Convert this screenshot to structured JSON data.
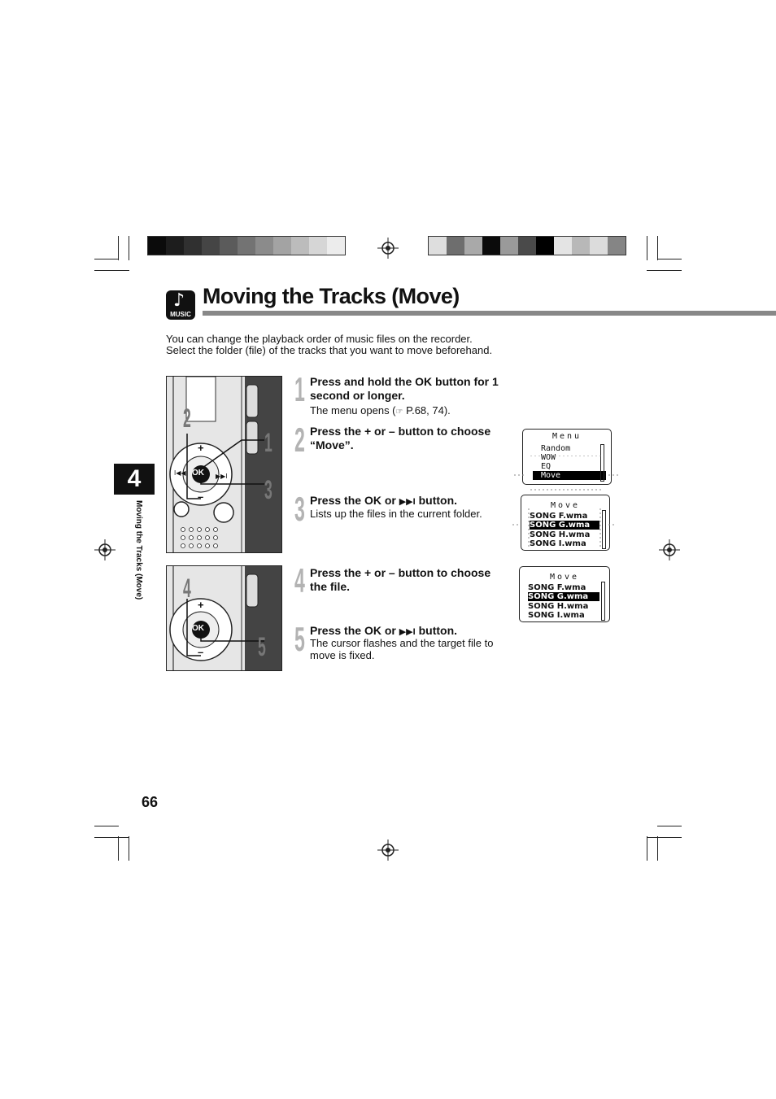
{
  "title": "Moving the Tracks (Move)",
  "title_icon": {
    "name": "music-icon",
    "label": "MUSIC",
    "glyph": "♪"
  },
  "intro": [
    "You can change the playback order of music files on the recorder.",
    "Select the folder (file) of the tracks that you want to move beforehand."
  ],
  "chapter": {
    "number": "4",
    "side_label": "Moving the Tracks (Move)"
  },
  "page_number": "66",
  "steps": [
    {
      "num": "1",
      "head_a": "Press and hold the ",
      "ok": "OK",
      "head_b": "  button for 1 second or longer.",
      "body_a": "The menu opens (",
      "ref_icon": "☞",
      "body_b": " P.68, 74)."
    },
    {
      "num": "2",
      "head_a": "Press the ",
      "plus": "+",
      "mid": " or ",
      "minus": "–",
      "head_b": " button to choose “Move”."
    },
    {
      "num": "3",
      "head_a": "Press the ",
      "ok": "OK",
      "mid": " or ",
      "ff": "▶▶I",
      "head_b": " button.",
      "body": "Lists up the files in the current folder."
    },
    {
      "num": "4",
      "head_a": "Press the ",
      "plus": "+",
      "mid": " or ",
      "minus": "–",
      "head_b": " button to choose the file."
    },
    {
      "num": "5",
      "head_a": "Press the ",
      "ok": "OK",
      "mid": " or ",
      "ff": "▶▶I",
      "head_b": " button.",
      "body": "The cursor flashes and the target file to move is fixed."
    }
  ],
  "device_callouts": {
    "top": [
      "2",
      "1",
      "3"
    ],
    "bottom": [
      "4",
      "5"
    ],
    "ok_label": "OK",
    "plus": "+",
    "minus": "–",
    "rew": "I◀◀",
    "ff": "▶▶I"
  },
  "screens": {
    "menu": {
      "title": "Menu",
      "items": [
        "Random",
        "WOW",
        "EQ",
        "Move"
      ],
      "selected": 3
    },
    "move1": {
      "title": "Move",
      "items": [
        "SONG F.wma",
        "SONG G.wma",
        "SONG H.wma",
        "SONG I.wma"
      ],
      "selected": 1
    },
    "move2": {
      "title": "Move",
      "items": [
        "SONG F.wma",
        "SONG G.wma",
        "SONG H.wma",
        "SONG I.wma"
      ],
      "selected": 1
    }
  },
  "calibration": {
    "left": [
      "#0b0b0b",
      "#1d1d1d",
      "#303030",
      "#454545",
      "#5b5b5b",
      "#737373",
      "#8b8b8b",
      "#a3a3a3",
      "#bcbcbc",
      "#d6d6d6",
      "#ececec"
    ],
    "right": [
      "#dedede",
      "#6e6e6e",
      "#a9a9a9",
      "#0b0b0b",
      "#9a9a9a",
      "#4a4a4a",
      "#000000",
      "#e4e4e4",
      "#b8b8b8",
      "#dcdcdc",
      "#858585"
    ]
  }
}
